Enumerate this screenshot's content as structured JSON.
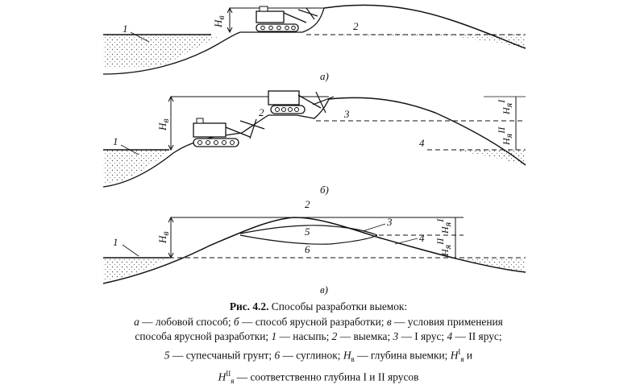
{
  "figure": {
    "a": {
      "panel_label": "а)",
      "label_1": "1",
      "label_2": "2",
      "h_main": "H",
      "h_sub": "в"
    },
    "b": {
      "panel_label": "б)",
      "label_1": "1",
      "label_2": "2",
      "label_3": "3",
      "label_4": "4",
      "h_main": "H",
      "h_sub": "в",
      "h1_main": "H",
      "h1_sub": "я",
      "h1_sup": "I",
      "h2_main": "H",
      "h2_sub": "я",
      "h2_sup": "II"
    },
    "c": {
      "panel_label": "в)",
      "label_1": "1",
      "label_2": "2",
      "label_3": "3",
      "label_4": "4",
      "label_5": "5",
      "label_6": "6",
      "h_main": "H",
      "h_sub": "в",
      "h1_main": "H",
      "h1_sub": "я",
      "h1_sup": "I",
      "h2_main": "H",
      "h2_sub": "я",
      "h2_sup": "II"
    }
  },
  "caption": {
    "title_bold": "Рис. 4.2.",
    "title_text": " Способы разработки выемок:",
    "l2_a": "а",
    "l2_t1": " — лобовой способ; ",
    "l2_b": "б",
    "l2_t2": " — способ ярусной разработки; ",
    "l2_c": "в",
    "l2_t3": " — условия применения",
    "l3_t1": "способа ярусной разработки; ",
    "l3_1": "1",
    "l3_t2": " — насыпь; ",
    "l3_2": "2",
    "l3_t3": " — выемка; ",
    "l3_3": "3",
    "l3_t4": " — I ярус; ",
    "l3_4": "4",
    "l3_t5": " — II ярус;",
    "l4_5": "5",
    "l4_t1": " — супесчаный грунт; ",
    "l4_6": "6",
    "l4_t2": " — суглинок; ",
    "l4_h": "H",
    "l4_hsub": "в",
    "l4_t3": " — глубина выемки; ",
    "l4_h2": "H",
    "l4_h2sup": "I",
    "l4_h2sub": "я",
    "l4_t4": " и",
    "l5_h": "H",
    "l5_hsup": "II",
    "l5_hsub": "я",
    "l5_t1": " — соответственно глубина I и II ярусов"
  }
}
